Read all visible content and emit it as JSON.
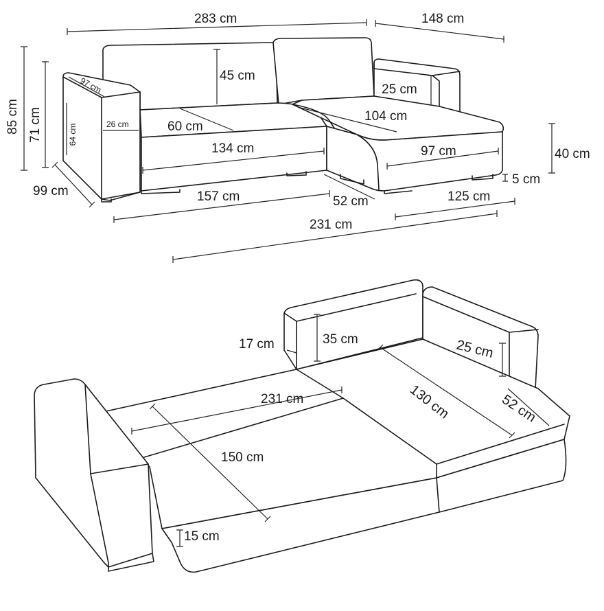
{
  "closed_view": {
    "total_width": "283 cm",
    "chaise_width": "148 cm",
    "total_height": "85 cm",
    "armrest_height": "71 cm",
    "depth": "99 cm",
    "armrest_depth": "97 cm",
    "armrest_inner_height": "64 cm",
    "armrest_width": "26 cm",
    "backrest_height": "45 cm",
    "seat_depth": "60 cm",
    "seat_width": "134 cm",
    "chaise_back_height": "25 cm",
    "chaise_length": "104 cm",
    "chaise_seat_width": "97 cm",
    "seat_height": "40 cm",
    "leg_height": "5 cm",
    "base_width": "157 cm",
    "chaise_depth": "52 cm",
    "chaise_base_width": "125 cm",
    "overall_depth": "231 cm"
  },
  "bed_view": {
    "backrest_thickness": "17 cm",
    "backrest_height": "35 cm",
    "chaise_back_height": "25 cm",
    "bed_width": "231 cm",
    "chaise_length": "130 cm",
    "chaise_width": "52 cm",
    "bed_depth": "150 cm",
    "mattress_height": "15 cm"
  }
}
